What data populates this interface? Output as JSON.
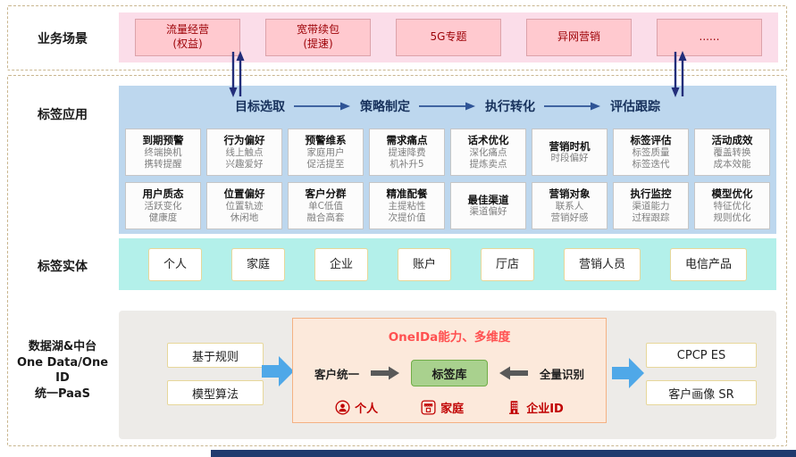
{
  "scenario": {
    "label": "业务场景",
    "items": [
      {
        "line1": "流量经营",
        "line2": "(权益)"
      },
      {
        "line1": "宽带续包",
        "line2": "(提速)"
      },
      {
        "line1": "5G专题",
        "line2": ""
      },
      {
        "line1": "异网营销",
        "line2": ""
      },
      {
        "line1": "......",
        "line2": ""
      }
    ]
  },
  "application": {
    "label": "标签应用",
    "flow": [
      "目标选取",
      "策略制定",
      "执行转化",
      "评估跟踪"
    ],
    "row1": [
      {
        "title": "到期预警",
        "line1": "终端换机",
        "line2": "携转提醒"
      },
      {
        "title": "行为偏好",
        "line1": "线上触点",
        "line2": "兴趣爱好"
      },
      {
        "title": "预警维系",
        "line1": "家庭用户",
        "line2": "促活提至"
      },
      {
        "title": "需求痛点",
        "line1": "提速降费",
        "line2": "机补升5"
      },
      {
        "title": "话术优化",
        "line1": "深化痛点",
        "line2": "提炼卖点"
      },
      {
        "title": "营销时机",
        "line1": "时段偏好",
        "line2": ""
      },
      {
        "title": "标签评估",
        "line1": "标签质量",
        "line2": "标签迭代"
      },
      {
        "title": "活动成效",
        "line1": "覆盖转换",
        "line2": "成本效能"
      }
    ],
    "row2": [
      {
        "title": "用户质态",
        "line1": "活跃变化",
        "line2": "健康度"
      },
      {
        "title": "位置偏好",
        "line1": "位置轨迹",
        "line2": "休闲地"
      },
      {
        "title": "客户分群",
        "line1": "单C低值",
        "line2": "融合高套"
      },
      {
        "title": "精准配餐",
        "line1": "主提粘性",
        "line2": "次提价值"
      },
      {
        "title": "最佳渠道",
        "line1": "渠道偏好",
        "line2": ""
      },
      {
        "title": "营销对象",
        "line1": "联系人",
        "line2": "营销好感"
      },
      {
        "title": "执行监控",
        "line1": "渠道能力",
        "line2": "过程跟踪"
      },
      {
        "title": "模型优化",
        "line1": "特征优化",
        "line2": "规则优化"
      }
    ]
  },
  "entity": {
    "label": "标签实体",
    "items": [
      "个人",
      "家庭",
      "企业",
      "账户",
      "厅店",
      "营销人员",
      "电信产品"
    ]
  },
  "platform": {
    "label_line1": "数据湖&中台",
    "label_line2": "One Data/One ID",
    "label_line3": "统一PaaS",
    "inputs": [
      "基于规则",
      "模型算法"
    ],
    "oneid": {
      "title": "OneIDa能力、多维度",
      "left_label": "客户统一",
      "tag_store": "标签库",
      "right_label": "全量识别",
      "ids": [
        {
          "icon": "person-icon",
          "label": "个人"
        },
        {
          "icon": "store-icon",
          "label": "家庭"
        },
        {
          "icon": "building-icon",
          "label": "企业ID"
        }
      ]
    },
    "outputs": [
      "CPCP ES",
      "客户画像 SR"
    ]
  },
  "colors": {
    "pink_band": "#FBDDE9",
    "pink_box_fill": "#FFC9CF",
    "pink_box_text": "#9C0006",
    "blue_band": "#BDD7EE",
    "navy_text": "#17315C",
    "flow_arrow": "#2F5496",
    "white_box_border": "#C6C6C6",
    "subtext_gray": "#7F7F7F",
    "cyan_band": "#B3F0EA",
    "yellow_border": "#E7D79A",
    "gray_band": "#EDEBE8",
    "orange_box_fill": "#FCE9DB",
    "orange_box_border": "#F4B183",
    "oneid_title_red": "#FF5050",
    "green_fill": "#A9D18E",
    "green_border": "#70AD47",
    "red_accent": "#C00000",
    "blue_arrow": "#4FA8E8",
    "dashed_border": "#C9B68F",
    "bottom_bar": "#203A6E"
  }
}
